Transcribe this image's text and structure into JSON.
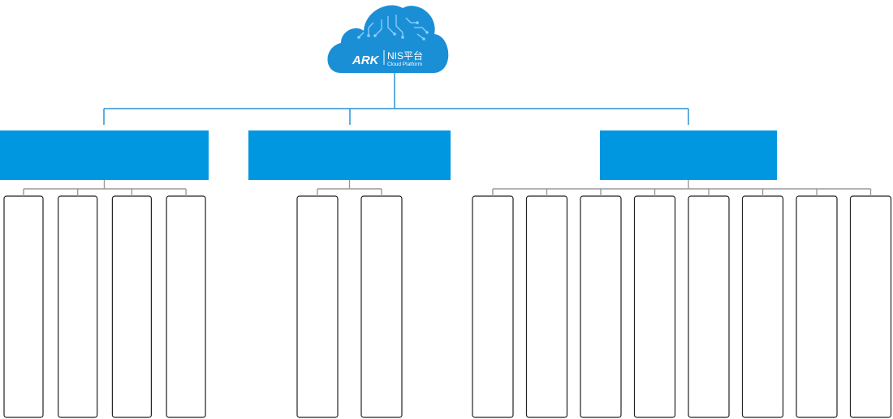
{
  "logo": {
    "brand": "ARK",
    "title": "NIS平台",
    "subtitle": "Cloud Platform",
    "cloud_color": "#1a8fd6",
    "circuit_color": "#8fd0ff"
  },
  "colors": {
    "connector": "#2a93d5",
    "branch_box": "#0096e0",
    "leaf_border": "#222222",
    "leaf_connector": "#999999"
  },
  "branches": [
    {
      "label": "",
      "leaf_count": 4
    },
    {
      "label": "",
      "leaf_count": 2
    },
    {
      "label": "",
      "leaf_count": 8
    }
  ]
}
